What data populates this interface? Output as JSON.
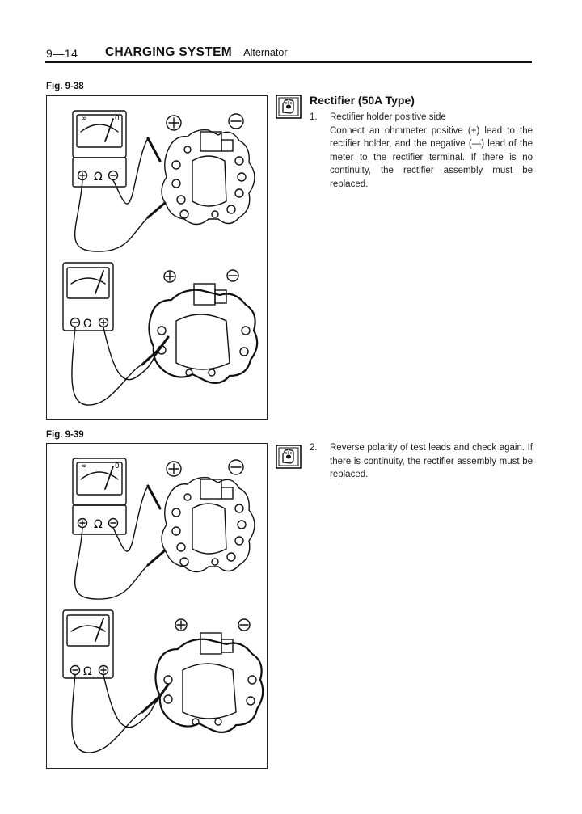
{
  "header": {
    "page_number": "9—14",
    "title": "CHARGING SYSTEM",
    "subtitle": "— Alternator"
  },
  "figures": [
    {
      "label": "Fig. 9-38"
    },
    {
      "label": "Fig. 9-39"
    }
  ],
  "diagram_symbols": {
    "ohm": "Ω",
    "infinity": "∞",
    "zero": "0"
  },
  "icons": {
    "manual": "hand-pointer-manual-icon"
  },
  "content": {
    "heading": "Rectifier (50A Type)",
    "step1": {
      "number": "1.",
      "title": "Rectifier holder positive side",
      "text": "Connect an ohmmeter positive (+) lead to the rectifier holder, and the negative (—) lead of the meter to the rectifier terminal. If there is no continuity, the rectifier assembly must be replaced."
    },
    "step2": {
      "number": "2.",
      "text": "Reverse polarity of test leads and check again. If there is continuity, the rectifier assembly must be replaced."
    }
  }
}
